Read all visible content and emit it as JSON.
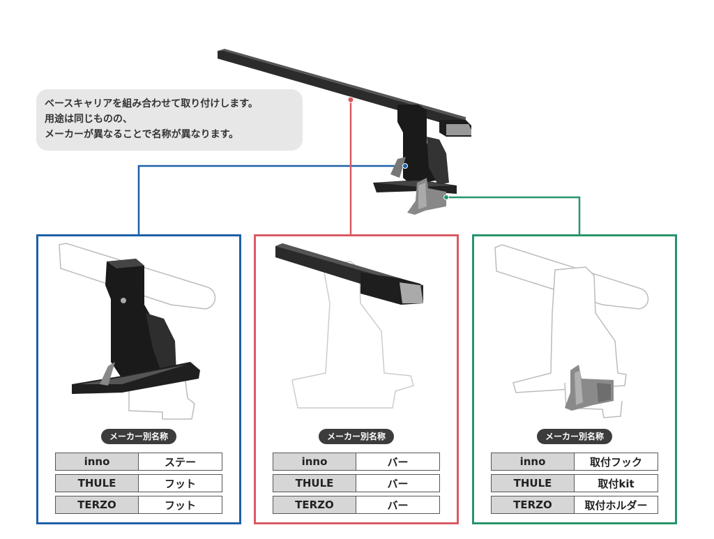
{
  "callout": {
    "lines": [
      "ベースキャリアを組み合わせて取り付けします。",
      "用途は同じものの、",
      "メーカーが異なることで名称が異なります。"
    ]
  },
  "panels": [
    {
      "label": "メーカー別名称",
      "color": "#1e5fa8",
      "rows": [
        {
          "maker": "inno",
          "name": "ステー"
        },
        {
          "maker": "THULE",
          "name": "フット"
        },
        {
          "maker": "TERZO",
          "name": "フット"
        }
      ]
    },
    {
      "label": "メーカー別名称",
      "color": "#d95a63",
      "rows": [
        {
          "maker": "inno",
          "name": "バー"
        },
        {
          "maker": "THULE",
          "name": "バー"
        },
        {
          "maker": "TERZO",
          "name": "バー"
        }
      ]
    },
    {
      "label": "メーカー別名称",
      "color": "#27956a",
      "rows": [
        {
          "maker": "inno",
          "name": "取付フック"
        },
        {
          "maker": "THULE",
          "name": "取付kit"
        },
        {
          "maker": "TERZO",
          "name": "取付ホルダー"
        }
      ]
    }
  ]
}
